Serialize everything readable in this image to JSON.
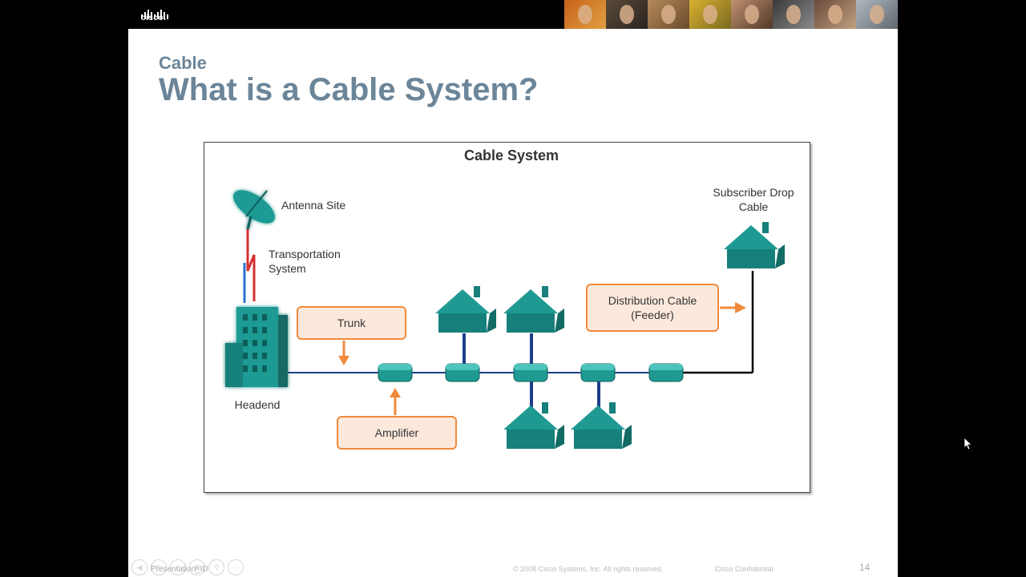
{
  "header": {
    "logo_text": "cisco.",
    "photo_count": 8
  },
  "slide": {
    "subtitle": "Cable",
    "title": "What is a Cable System?"
  },
  "diagram": {
    "title": "Cable System",
    "labels": {
      "antenna": "Antenna Site",
      "transport_line1": "Transportation",
      "transport_line2": "System",
      "headend": "Headend",
      "subscriber_line1": "Subscriber Drop",
      "subscriber_line2": "Cable"
    },
    "callouts": {
      "trunk": "Trunk",
      "amplifier": "Amplifier",
      "distribution_line1": "Distribution Cable",
      "distribution_line2": "(Feeder)"
    },
    "colors": {
      "teal": "#1f9a93",
      "cable_blue": "#2a6fd6",
      "orange": "#f08a3c"
    }
  },
  "footer": {
    "presentation": "Presentation_ID",
    "copyright": "© 2008 Cisco Systems, Inc. All rights reserved.",
    "confidential": "Cisco Confidential",
    "page": "14"
  }
}
